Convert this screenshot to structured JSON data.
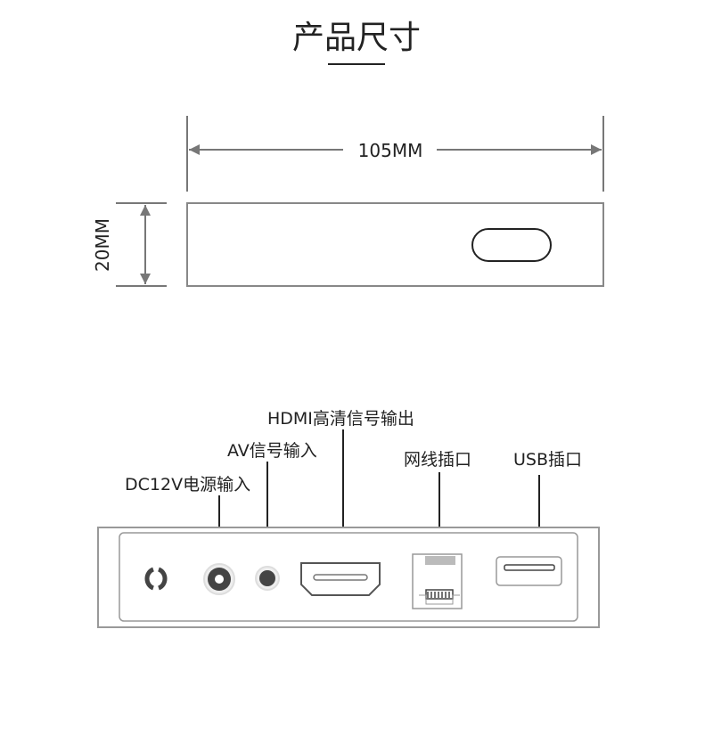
{
  "title": "产品尺寸",
  "dimensions": {
    "width": "105MM",
    "height": "20MM"
  },
  "ports": {
    "hdmi": "HDMI高清信号输出",
    "av": "AV信号输入",
    "dc": "DC12V电源输入",
    "lan": "网线插口",
    "usb": "USB插口"
  },
  "colors": {
    "dimension": "#777777",
    "outline": "#888888",
    "port": "#333333"
  }
}
